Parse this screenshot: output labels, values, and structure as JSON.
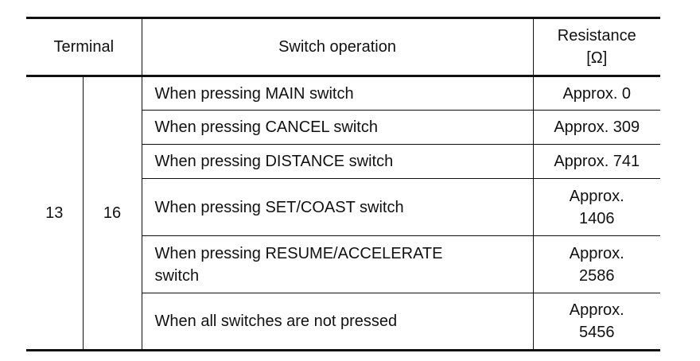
{
  "table": {
    "headers": {
      "terminal": "Terminal",
      "operation": "Switch operation",
      "resistance_line1": "Resistance",
      "resistance_line2": "[Ω]"
    },
    "terminals": [
      "13",
      "16"
    ],
    "rows": [
      {
        "operation": "When pressing MAIN switch",
        "resistance": "Approx. 0"
      },
      {
        "operation": "When pressing CANCEL switch",
        "resistance": "Approx. 309"
      },
      {
        "operation": "When pressing DISTANCE switch",
        "resistance": "Approx. 741"
      },
      {
        "operation": "When pressing SET/COAST switch",
        "resistance_line1": "Approx.",
        "resistance_line2": "1406"
      },
      {
        "operation_line1": "When pressing RESUME/ACCELERATE",
        "operation_line2": "switch",
        "resistance_line1": "Approx.",
        "resistance_line2": "2586"
      },
      {
        "operation": "When all switches are not pressed",
        "resistance_line1": "Approx.",
        "resistance_line2": "5456"
      }
    ]
  }
}
